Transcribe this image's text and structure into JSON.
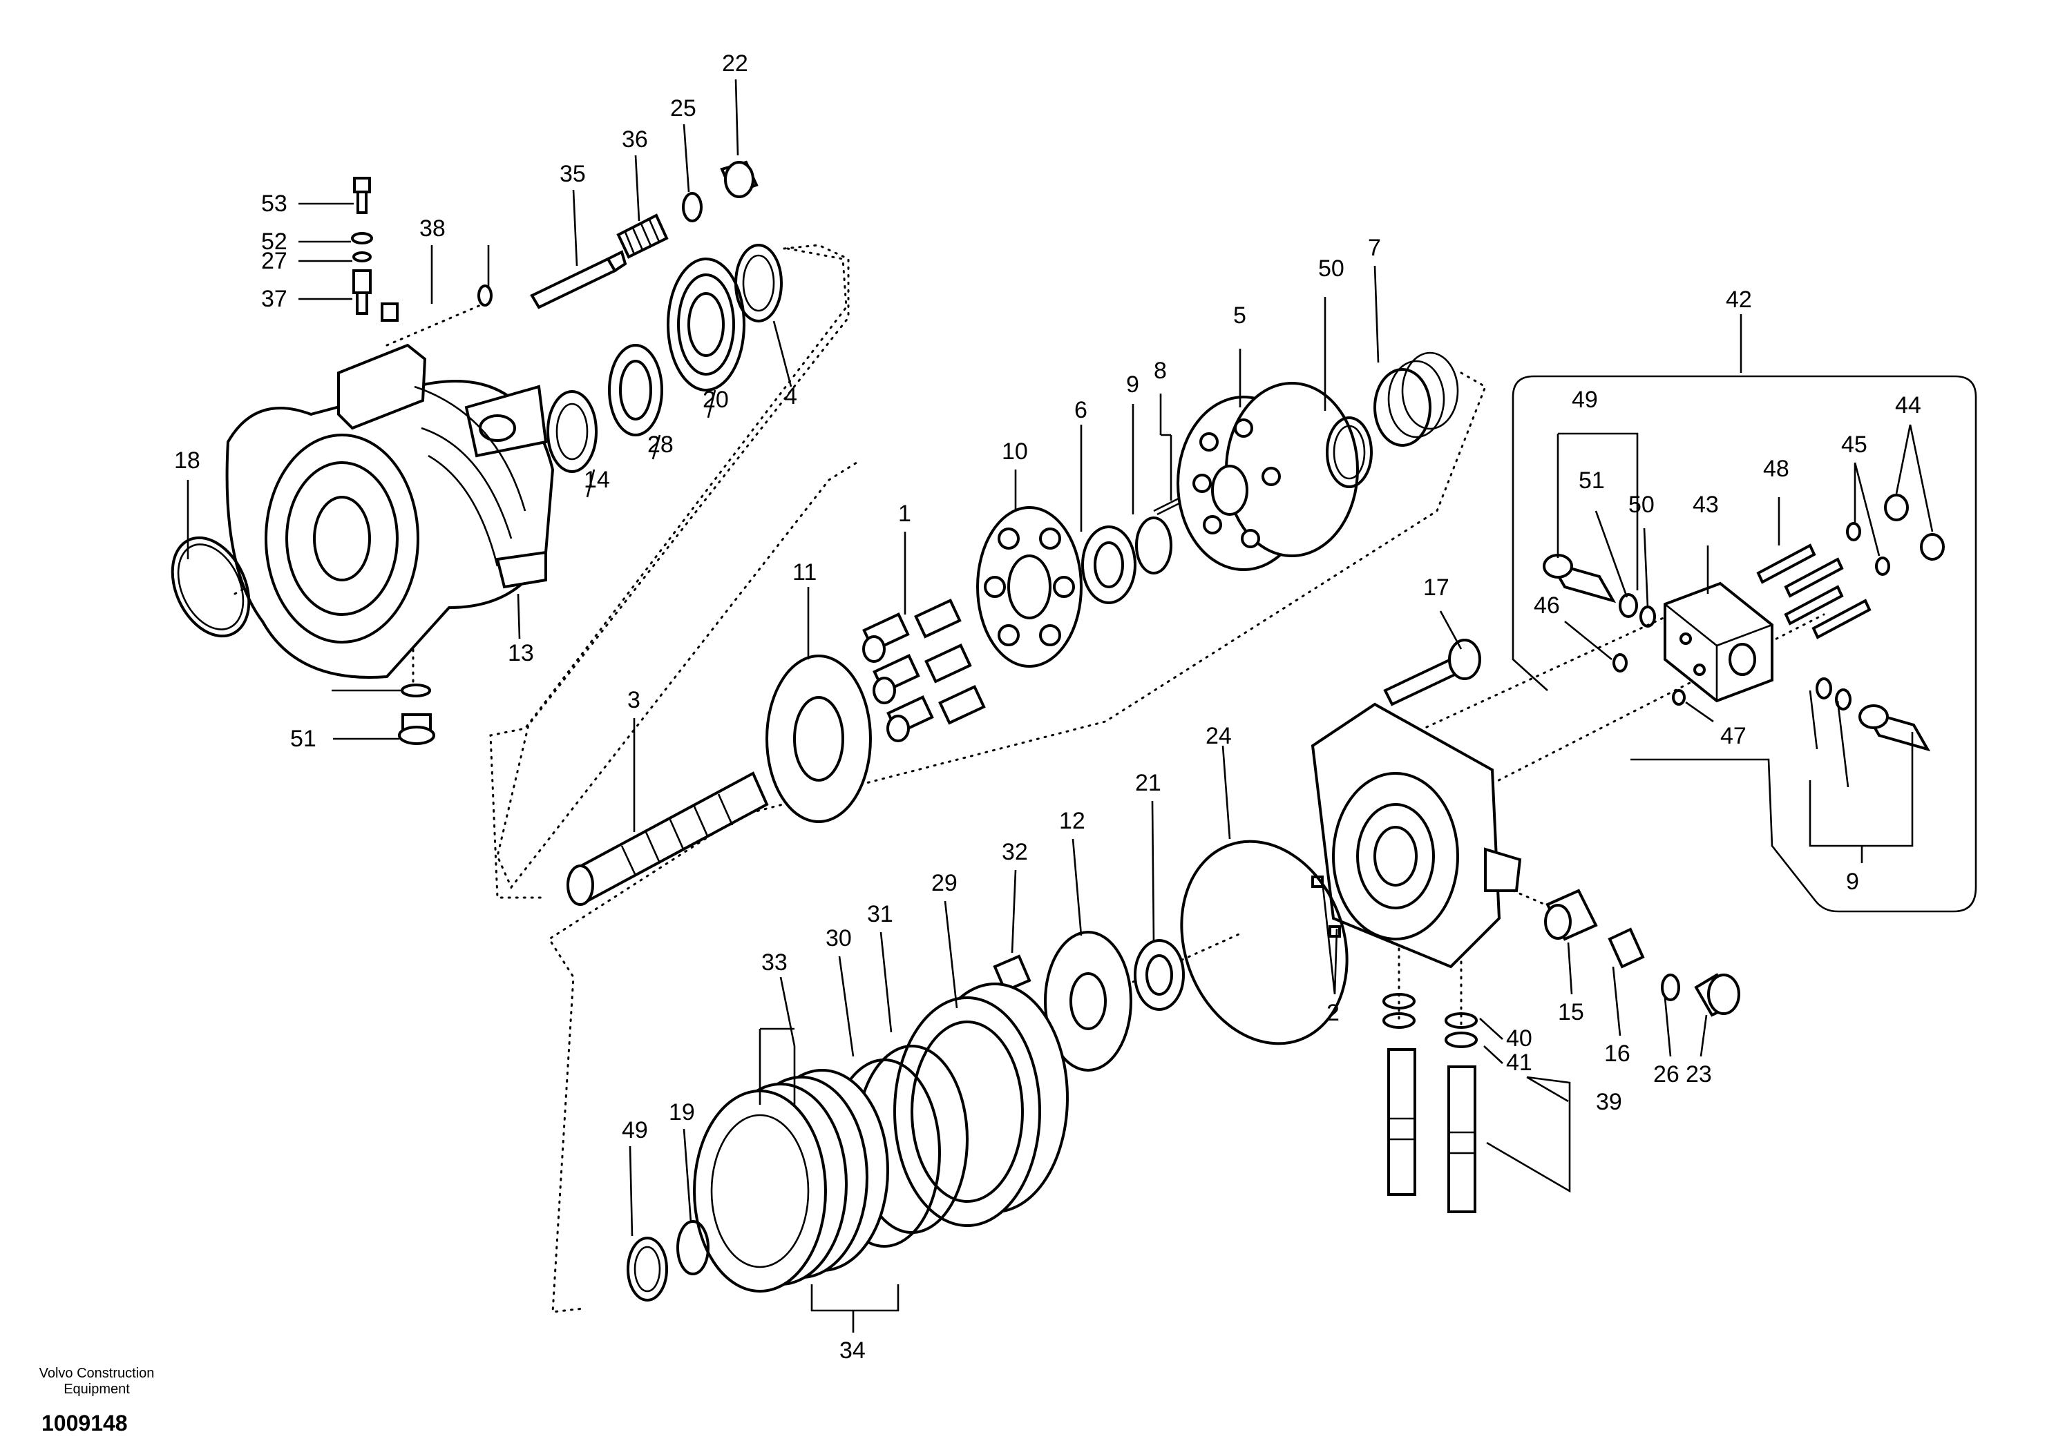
{
  "manufacturer": {
    "line1": "Volvo Construction",
    "line2": "Equipment"
  },
  "document_number": "1009148",
  "callouts": [
    "1",
    "2",
    "3",
    "4",
    "5",
    "6",
    "7",
    "8",
    "9",
    "10",
    "11",
    "12",
    "13",
    "14",
    "15",
    "16",
    "17",
    "18",
    "19",
    "20",
    "21",
    "22",
    "23",
    "24",
    "25",
    "26",
    "27",
    "28",
    "29",
    "30",
    "31",
    "32",
    "33",
    "34",
    "35",
    "36",
    "37",
    "38",
    "39",
    "40",
    "41",
    "42",
    "43",
    "44",
    "45",
    "46",
    "47",
    "48",
    "49",
    "50",
    "51",
    "52",
    "53",
    "9",
    "22",
    "25",
    "27",
    "49",
    "50",
    "51"
  ]
}
